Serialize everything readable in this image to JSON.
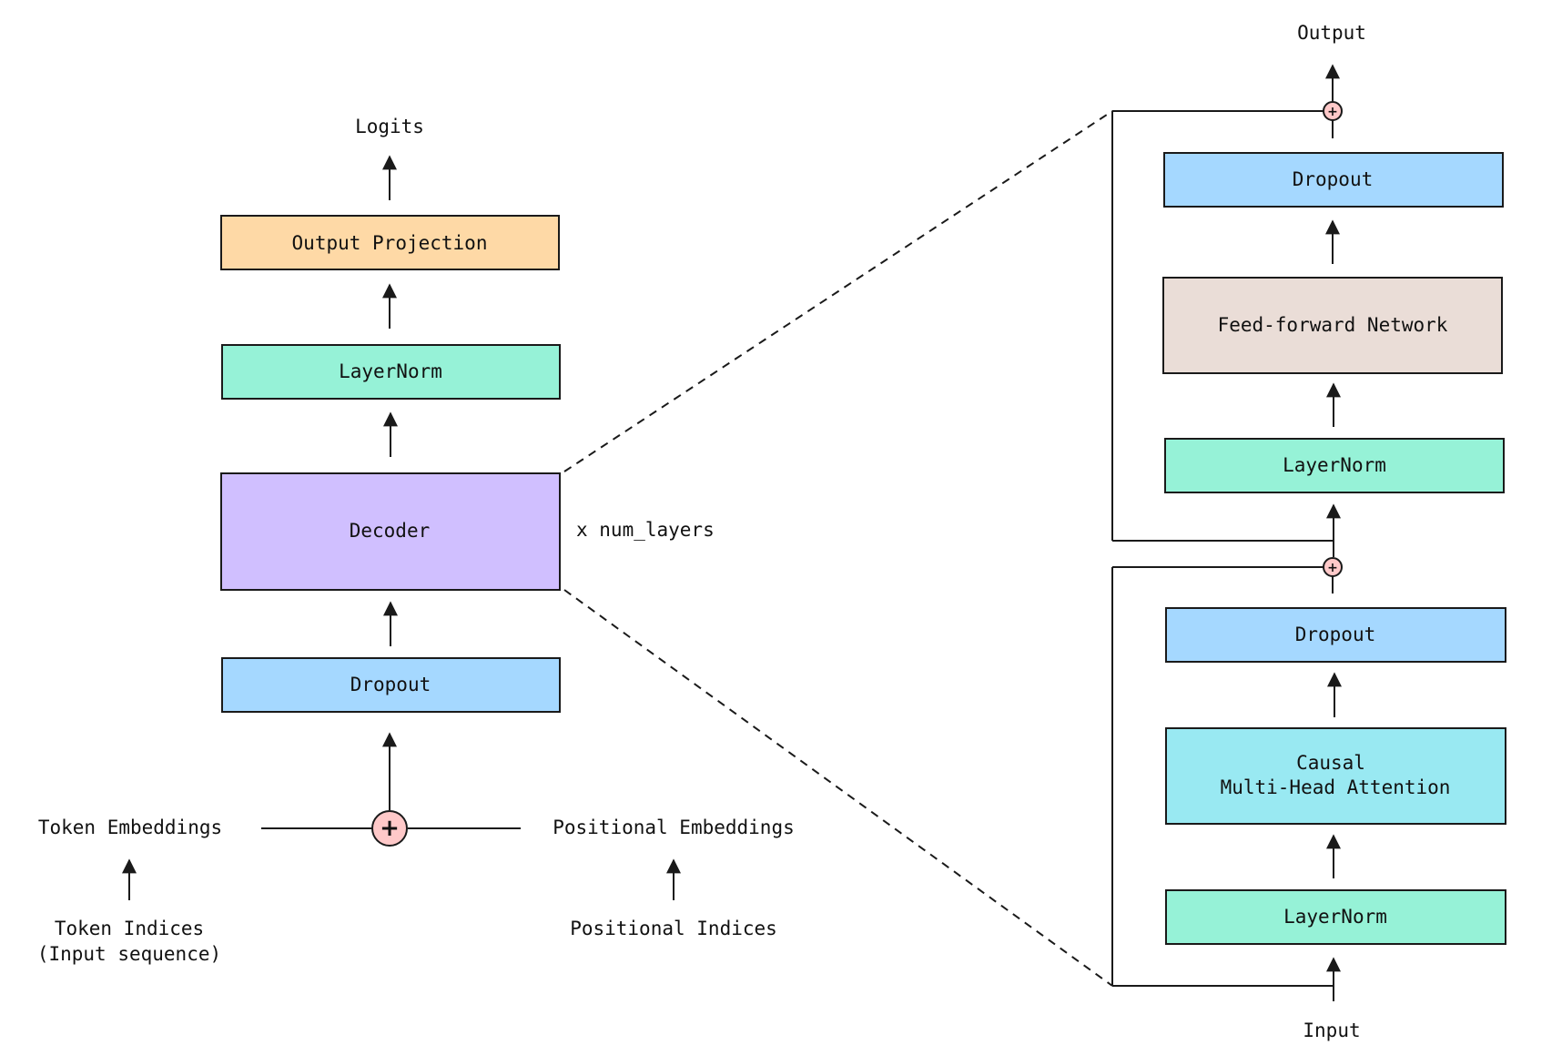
{
  "colors": {
    "output_projection": "#fed9a6",
    "layernorm": "#96f2d7",
    "decoder": "#d0bfff",
    "dropout": "#a5d8ff",
    "feed_forward": "#eaddd7",
    "attention": "#99e9f2",
    "add_node": "#ffc9c9",
    "stroke": "#1a1a1a"
  },
  "left": {
    "logits_label": "Logits",
    "output_projection_label": "Output Projection",
    "layernorm_label": "LayerNorm",
    "decoder_label": "Decoder",
    "num_layers_label": "x num_layers",
    "dropout_label": "Dropout",
    "token_embeddings_label": "Token Embeddings",
    "positional_embeddings_label": "Positional Embeddings",
    "token_indices_line1": "Token Indices",
    "token_indices_line2": "(Input sequence)",
    "positional_indices_label": "Positional Indices",
    "add_symbol": "+"
  },
  "right": {
    "output_label": "Output",
    "dropout_top_label": "Dropout",
    "feed_forward_label": "Feed-forward Network",
    "layernorm_top_label": "LayerNorm",
    "dropout_bottom_label": "Dropout",
    "attention_line1": "Causal",
    "attention_line2": "Multi-Head Attention",
    "layernorm_bottom_label": "LayerNorm",
    "input_label": "Input",
    "add_symbol": "+"
  }
}
